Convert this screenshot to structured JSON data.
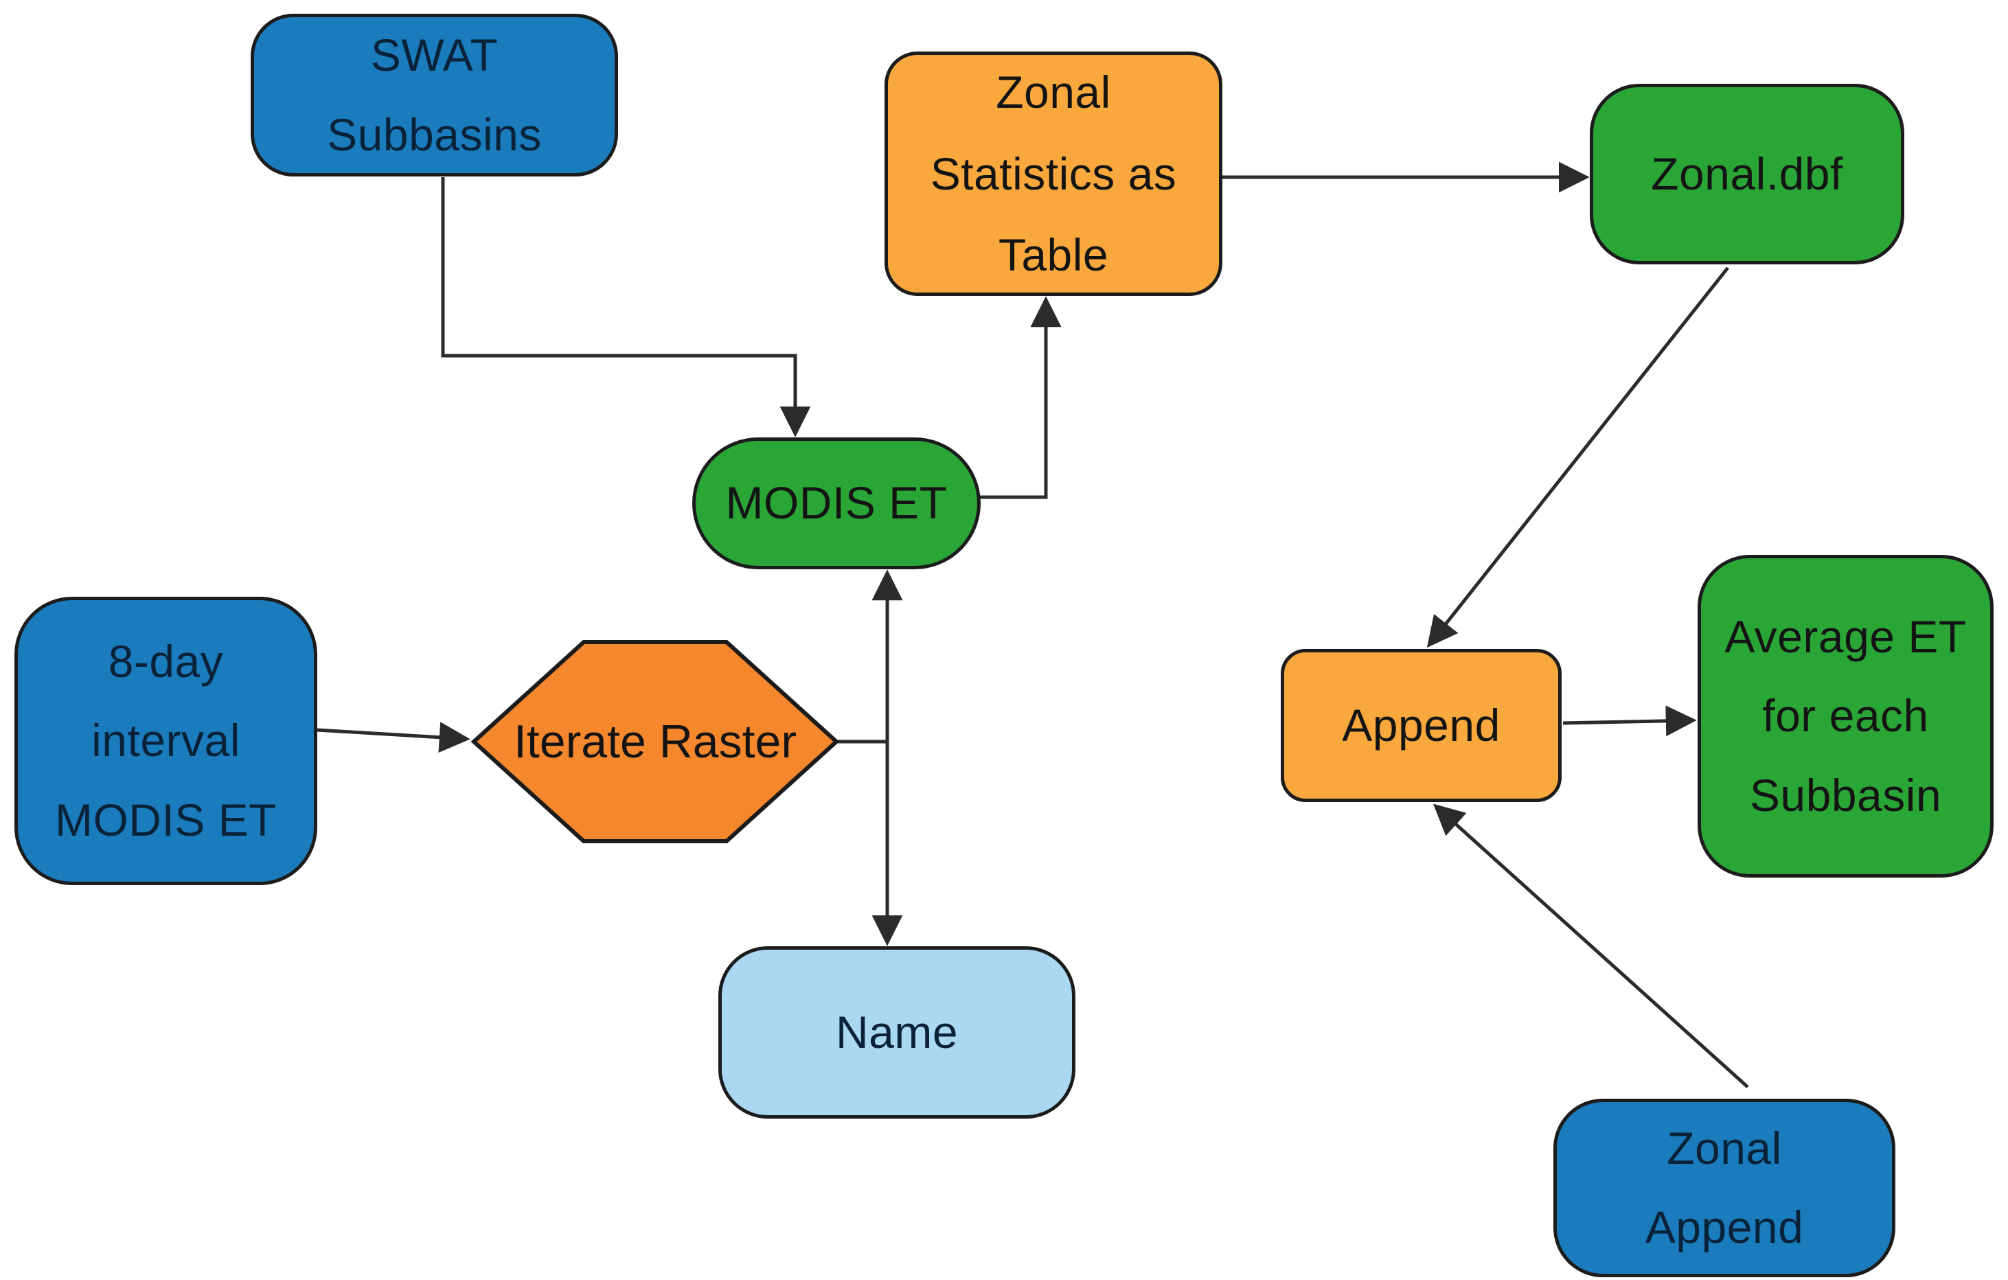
{
  "diagram": {
    "title": "Flowchart: zonal statistics workflow for MODIS ET over SWAT subbasins",
    "background": "#ffffff",
    "palette": {
      "blue": "#1a7cbd",
      "green": "#2aa637",
      "orange": "#f8a83d",
      "orange_deep": "#f5872d",
      "light_blue": "#aad7f2",
      "outline": "#1c1c1c",
      "connector": "#2b2b2b",
      "text_dark": "#141414",
      "text_navy": "#0a2238"
    },
    "nodes": {
      "swat_subbasins": {
        "label": "SWAT Subbasins",
        "lines": [
          "SWAT",
          "Subbasins"
        ],
        "shape": "rounded-rect",
        "fill": "blue"
      },
      "zonal_statistics": {
        "label": "Zonal Statistics as Table",
        "lines": [
          "Zonal",
          "Statistics as",
          "Table"
        ],
        "shape": "rounded-rect",
        "fill": "orange"
      },
      "zonal_dbf": {
        "label": "Zonal.dbf",
        "lines": [
          "Zonal.dbf"
        ],
        "shape": "rounded-rect",
        "fill": "green"
      },
      "modis_et": {
        "label": "MODIS ET",
        "lines": [
          "MODIS ET"
        ],
        "shape": "pill",
        "fill": "green"
      },
      "eight_day_modis": {
        "label": "8-day interval MODIS ET",
        "lines": [
          "8-day",
          "interval",
          "MODIS ET"
        ],
        "shape": "rounded-rect",
        "fill": "blue"
      },
      "iterate_raster": {
        "label": "Iterate Raster",
        "lines": [
          "Iterate",
          "Raster"
        ],
        "shape": "hexagon",
        "fill": "orange_deep"
      },
      "append": {
        "label": "Append",
        "lines": [
          "Append"
        ],
        "shape": "rounded-rect",
        "fill": "orange"
      },
      "average_et": {
        "label": "Average ET for each Subbasin",
        "lines": [
          "Average ET",
          "for each",
          "Subbasin"
        ],
        "shape": "rounded-rect",
        "fill": "green"
      },
      "name": {
        "label": "Name",
        "lines": [
          "Name"
        ],
        "shape": "rounded-rect",
        "fill": "light_blue"
      },
      "zonal_append": {
        "label": "Zonal Append",
        "lines": [
          "Zonal",
          "Append"
        ],
        "shape": "rounded-rect",
        "fill": "blue"
      }
    },
    "edges": [
      {
        "from": "swat_subbasins",
        "to": "modis_et",
        "style": "elbow"
      },
      {
        "from": "modis_et",
        "to": "zonal_statistics",
        "style": "elbow"
      },
      {
        "from": "zonal_statistics",
        "to": "zonal_dbf",
        "style": "straight"
      },
      {
        "from": "zonal_dbf",
        "to": "append",
        "style": "diagonal"
      },
      {
        "from": "eight_day_modis",
        "to": "iterate_raster",
        "style": "straight"
      },
      {
        "from": "iterate_raster",
        "to": "modis_et",
        "style": "elbow"
      },
      {
        "from": "iterate_raster",
        "to": "name",
        "style": "elbow"
      },
      {
        "from": "append",
        "to": "average_et",
        "style": "straight"
      },
      {
        "from": "zonal_append",
        "to": "append",
        "style": "diagonal"
      }
    ]
  }
}
